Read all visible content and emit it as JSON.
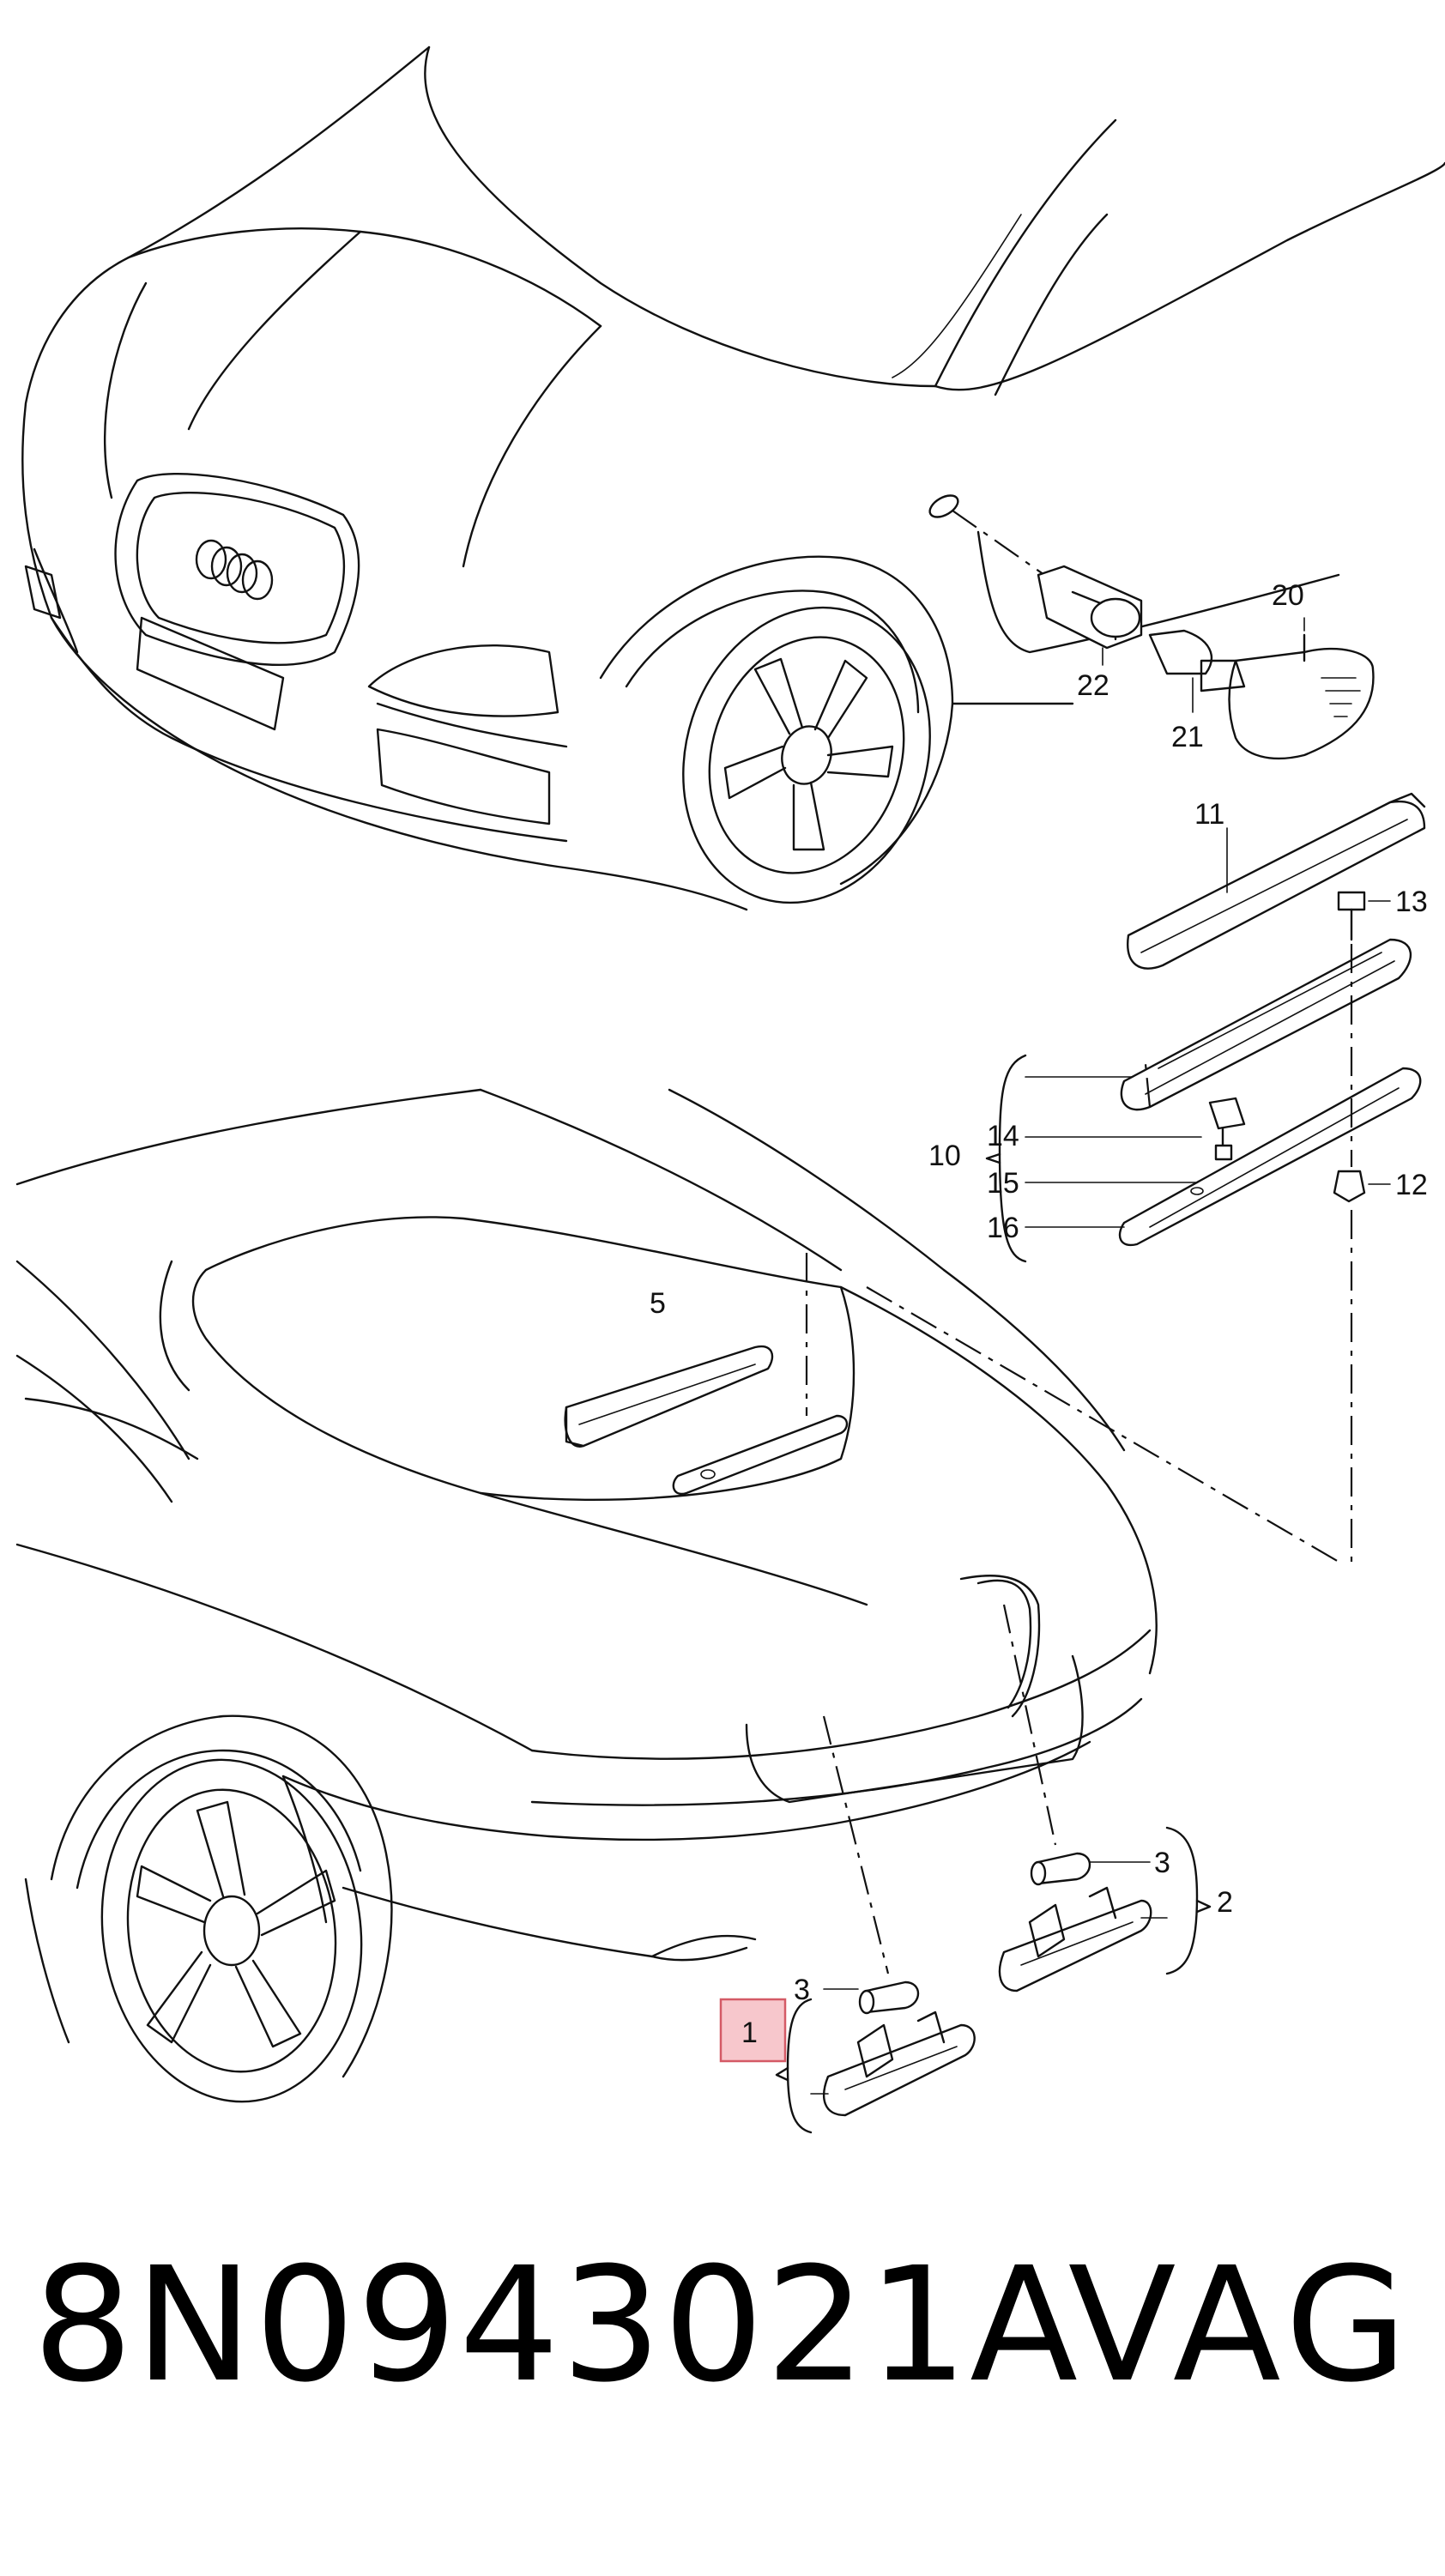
{
  "callouts": {
    "c1": "1",
    "c2": "2",
    "c3a": "3",
    "c3b": "3",
    "c5": "5",
    "c10": "10",
    "c11": "11",
    "c12": "12",
    "c13": "13",
    "c14": "14",
    "c15": "15",
    "c16": "16",
    "c20": "20",
    "c21": "21",
    "c22": "22"
  },
  "footer": {
    "part_number": "8N0943021A",
    "brand": "VAG"
  },
  "colors": {
    "highlight_fill": "#f7c7cc",
    "highlight_stroke": "#d45a66",
    "line": "#111111"
  }
}
